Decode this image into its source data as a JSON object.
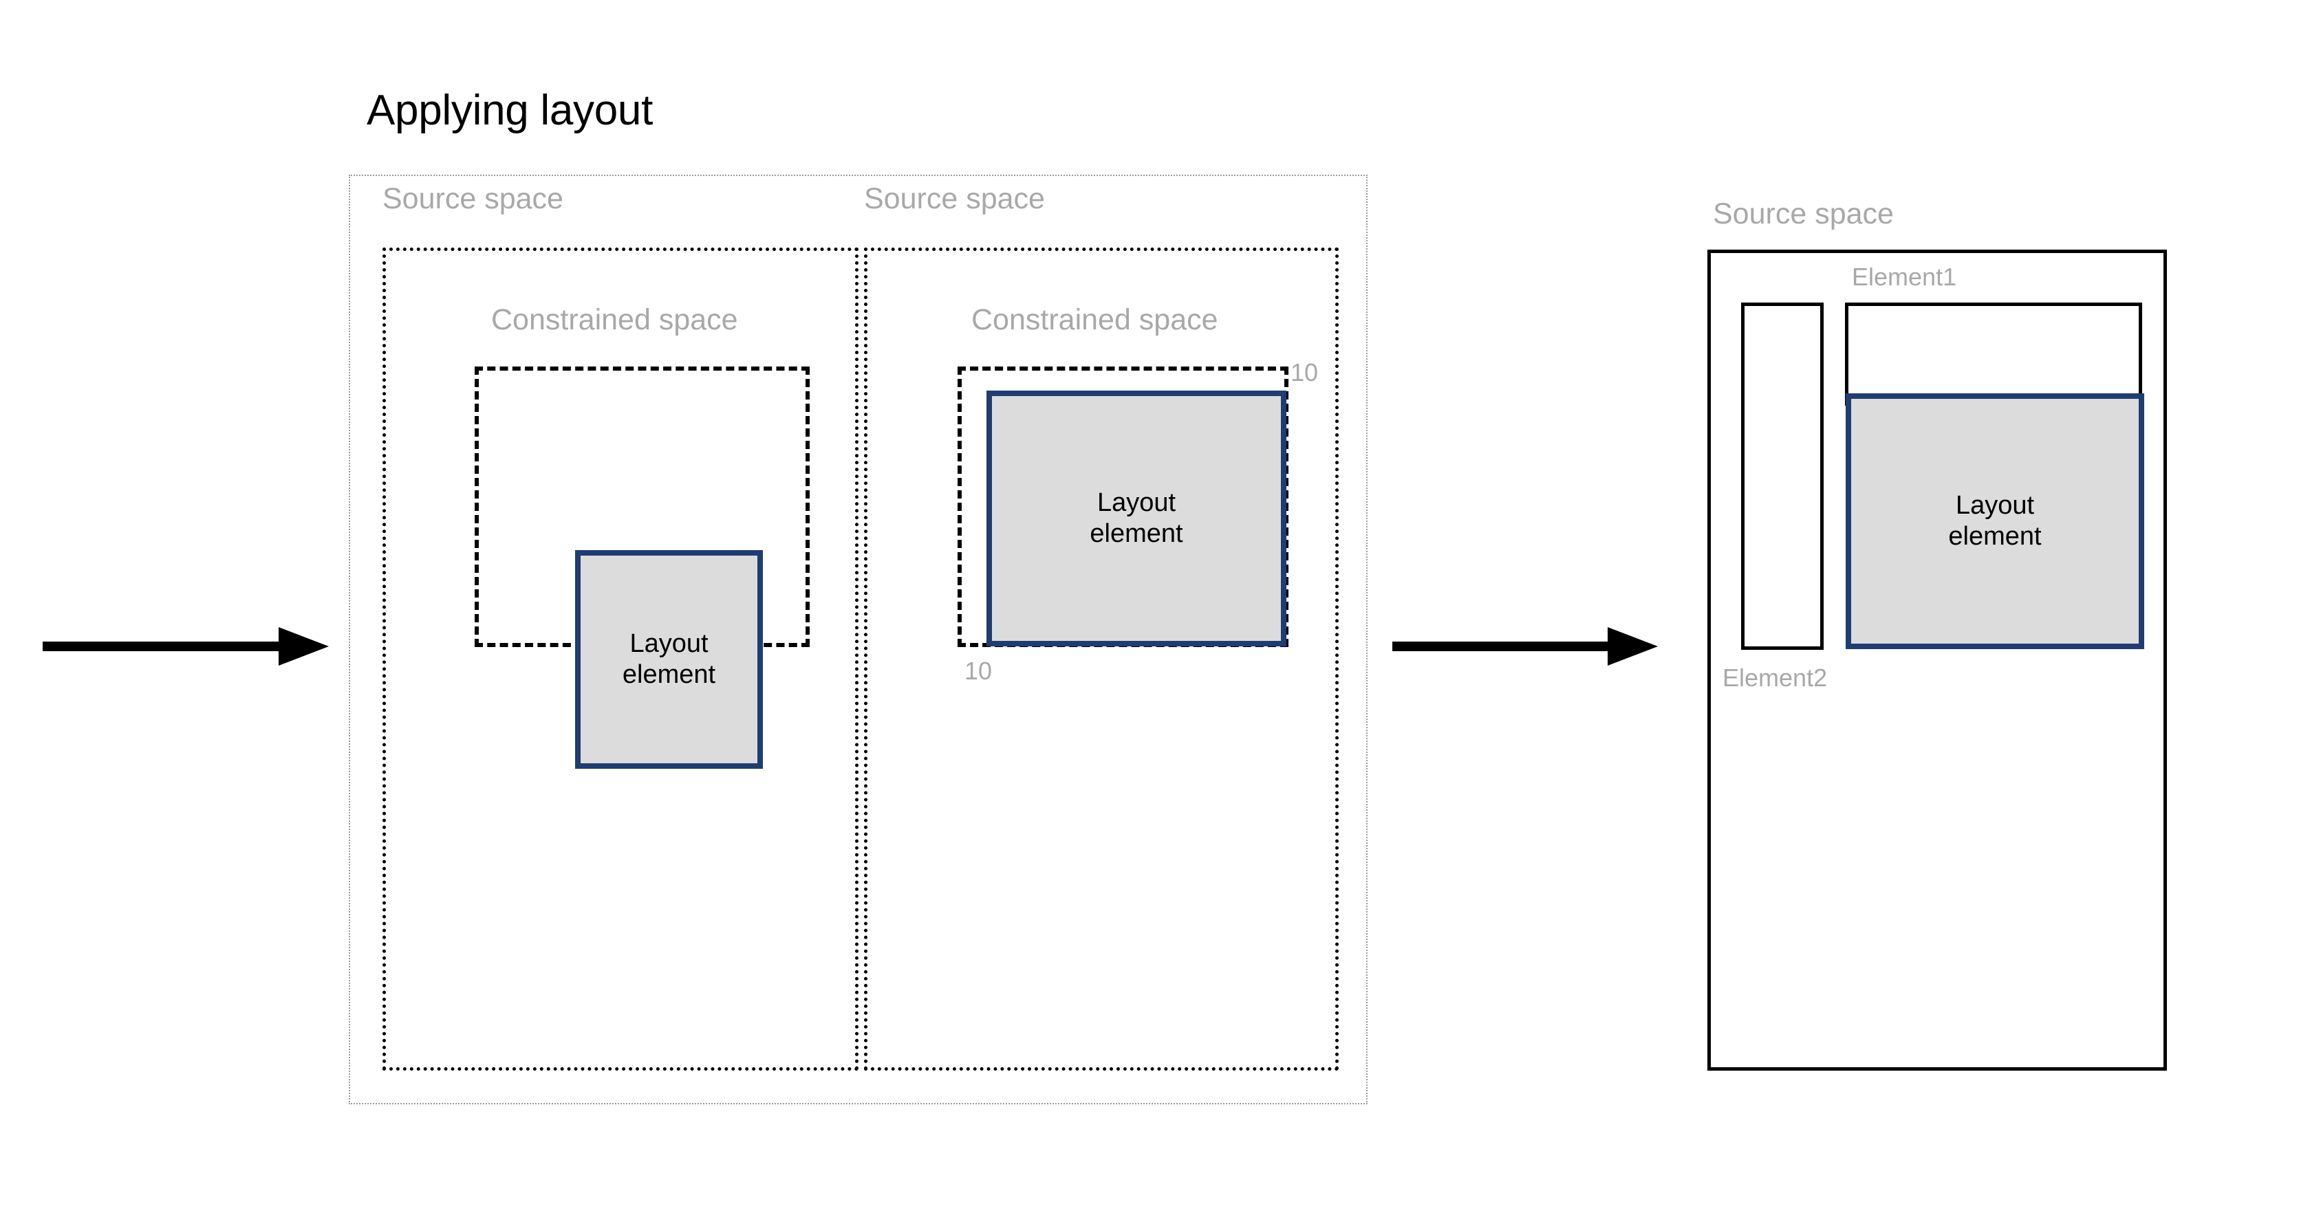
{
  "title": "Applying layout",
  "diagram": {
    "type": "flow-diagram",
    "stages": [
      {
        "id": "stage-1",
        "source_space_label": "Source space",
        "constrained_space_label": "Constrained space",
        "layout_element": {
          "line1": "Layout",
          "line2": "element"
        },
        "margins": []
      },
      {
        "id": "stage-2",
        "source_space_label": "Source space",
        "constrained_space_label": "Constrained space",
        "layout_element": {
          "line1": "Layout",
          "line2": "element"
        },
        "margins": [
          {
            "name": "margin-top-right",
            "value": "10"
          },
          {
            "name": "margin-bottom-left",
            "value": "10"
          }
        ]
      },
      {
        "id": "stage-3",
        "source_space_label": "Source space",
        "element1_label": "Element1",
        "element2_label": "Element2",
        "layout_element": {
          "line1": "Layout",
          "line2": "element"
        }
      }
    ]
  },
  "colors": {
    "layout_element_border": "#1f3d73",
    "layout_element_fill": "#dcdcdc",
    "caption_gray": "#a8a8a8",
    "line_black": "#000000",
    "outer_dotted_gray": "#9b9b9b"
  },
  "arrows": [
    {
      "name": "arrow-in",
      "direction": "right"
    },
    {
      "name": "arrow-between",
      "direction": "right"
    }
  ]
}
